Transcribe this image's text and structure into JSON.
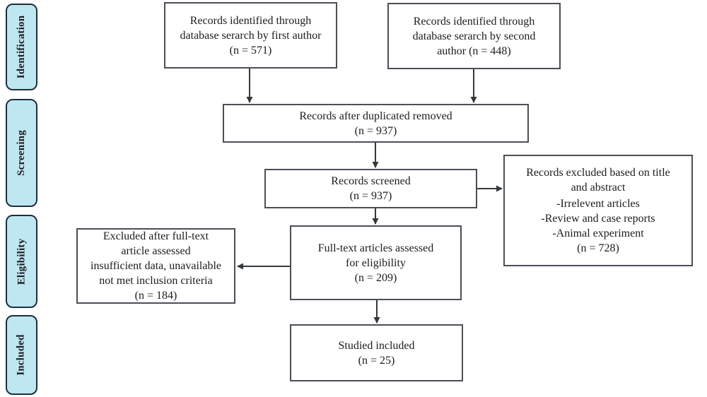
{
  "diagram_type": "prisma-flow-diagram",
  "colors": {
    "background": "#ffffff",
    "sidebar_fill": "#bee7f2",
    "sidebar_border": "#1e2f3a",
    "box_fill": "#ffffff",
    "box_border": "#4a4f55",
    "arrow": "#33383d",
    "text": "#1c1c1c"
  },
  "sidebar": {
    "stages": [
      {
        "label": "Identification"
      },
      {
        "label": "Screening"
      },
      {
        "label": "Eligibility"
      },
      {
        "label": "Included"
      }
    ]
  },
  "boxes": {
    "author1": "Records identified through\ndatabase serarch by first author\n(n = 571)",
    "author2": "Records identified through\ndatabase serarch by second\nauthor (n = 448)",
    "duplicates": "Records after duplicated removed\n(n = 937)",
    "screened": "Records screened\n(n = 937)",
    "excluded_title_heading": "Records excluded based on title\nand abstract",
    "excluded_title_details": "-Irrelevent articles\n-Review and case reports\n-Animal experiment\n(n = 728)",
    "excluded_fulltext": "Excluded after full-text\narticle assessed\ninsufficient data, unavailable\nnot met inclusion criteria\n(n = 184)",
    "fulltext": "Full-text articles assessed\nfor eligibility\n(n = 209)",
    "included": "Studied included\n(n = 25)"
  },
  "counts": {
    "identified_author1": 571,
    "identified_author2": 448,
    "after_duplicates_removed": 937,
    "screened": 937,
    "excluded_title_abstract": 728,
    "fulltext_assessed": 209,
    "excluded_fulltext": 184,
    "included": 25
  }
}
